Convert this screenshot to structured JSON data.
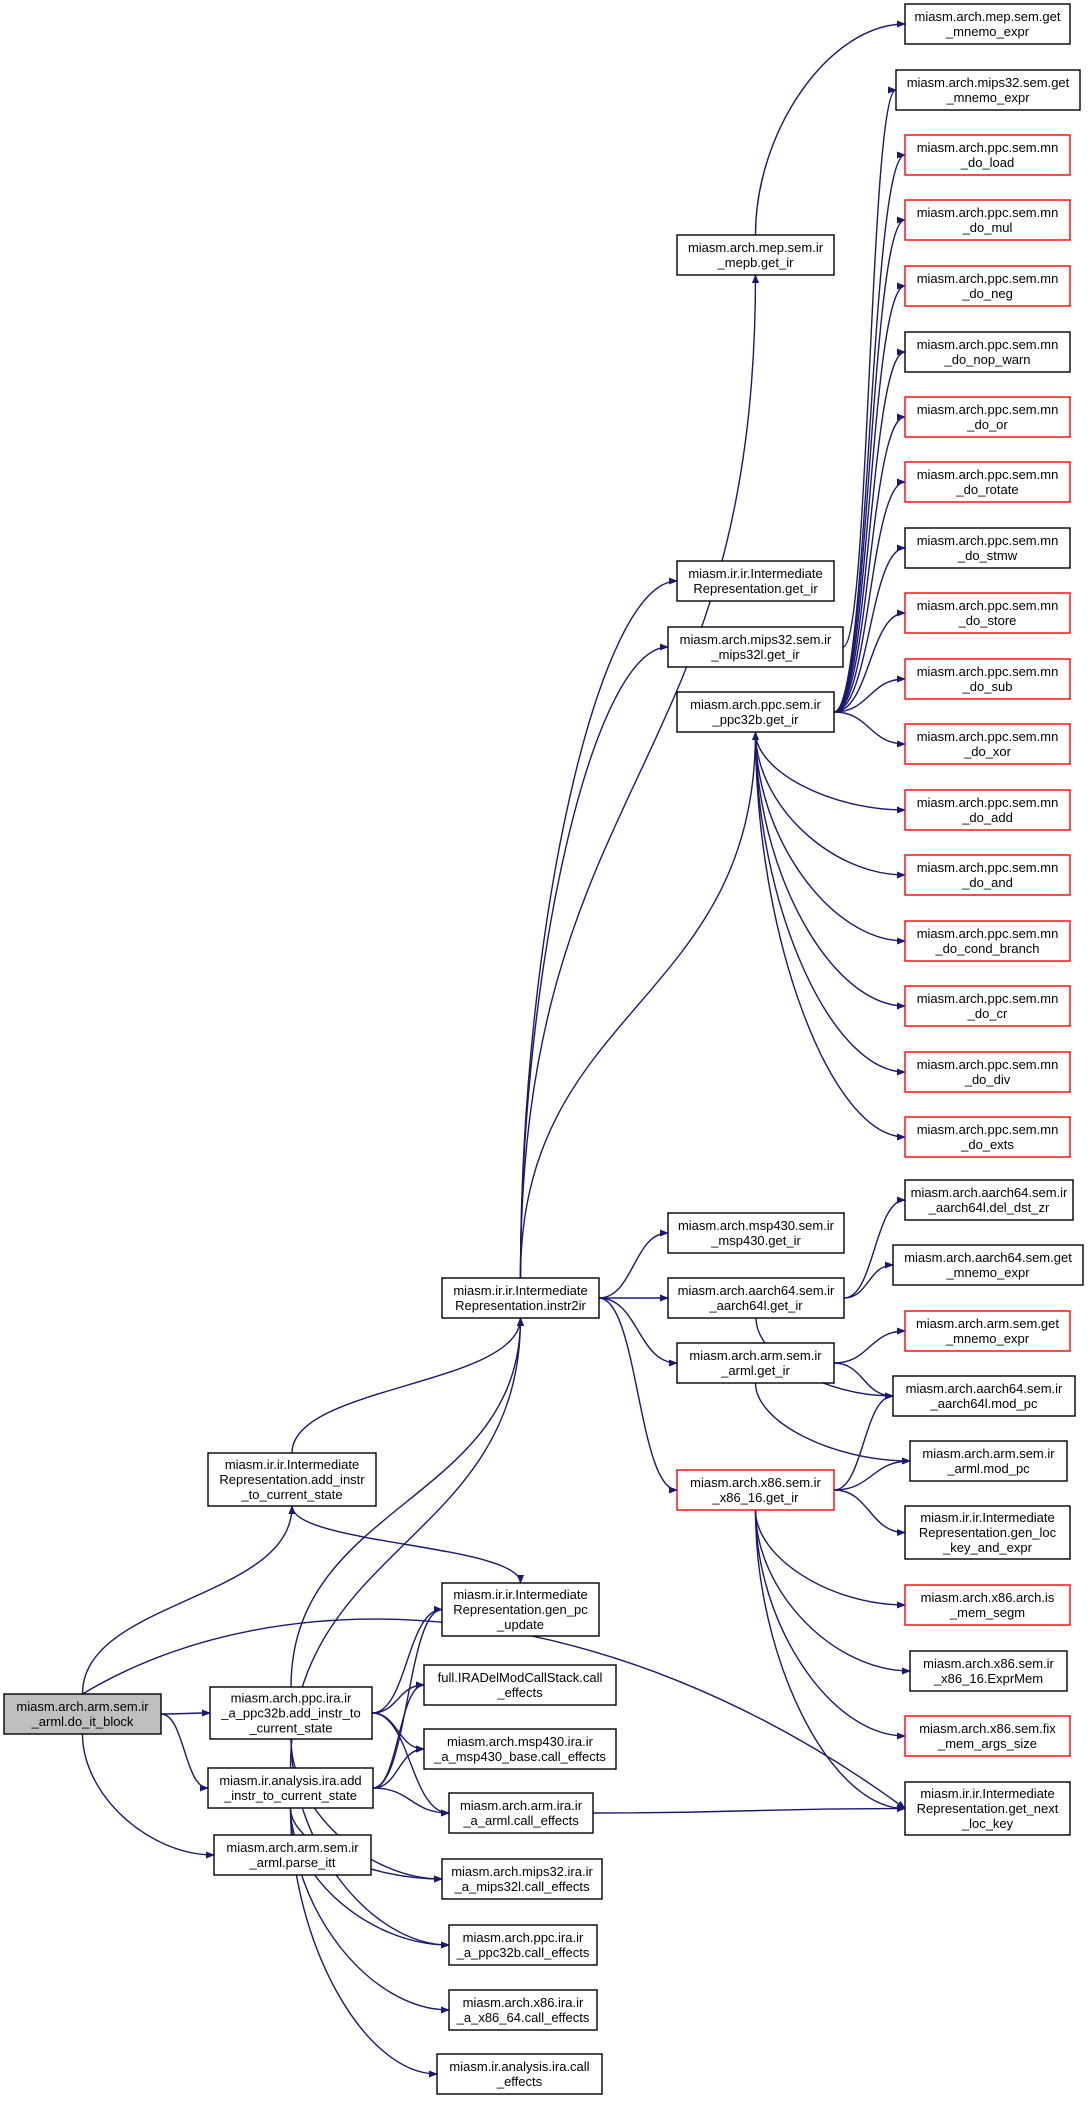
{
  "colors": {
    "edge": "#191970",
    "normal_border": "#000000",
    "red_border": "#ff0000",
    "root_fill": "#bfbfbf",
    "node_fill": "#ffffff"
  },
  "nodes": {
    "root": {
      "lines": [
        "miasm.arch.arm.sem.ir",
        "_arml.do_it_block"
      ],
      "style": "root"
    },
    "add_instr": {
      "lines": [
        "miasm.ir.ir.Intermediate",
        "Representation.add_instr",
        "_to_current_state"
      ],
      "style": "normal"
    },
    "ppc_add": {
      "lines": [
        "miasm.arch.ppc.ira.ir",
        "_a_ppc32b.add_instr_to",
        "_current_state"
      ],
      "style": "normal"
    },
    "ana_add": {
      "lines": [
        "miasm.ir.analysis.ira.add",
        "_instr_to_current_state"
      ],
      "style": "normal"
    },
    "parse_itt": {
      "lines": [
        "miasm.arch.arm.sem.ir",
        "_arml.parse_itt"
      ],
      "style": "normal"
    },
    "instr2ir": {
      "lines": [
        "miasm.ir.ir.Intermediate",
        "Representation.instr2ir"
      ],
      "style": "normal"
    },
    "gen_pc": {
      "lines": [
        "miasm.ir.ir.Intermediate",
        "Representation.gen_pc",
        "_update"
      ],
      "style": "normal"
    },
    "full_ce": {
      "lines": [
        "full.IRADelModCallStack.call",
        "_effects"
      ],
      "style": "normal"
    },
    "msp_ce": {
      "lines": [
        "miasm.arch.msp430.ira.ir",
        "_a_msp430_base.call_effects"
      ],
      "style": "normal"
    },
    "arm_ce": {
      "lines": [
        "miasm.arch.arm.ira.ir",
        "_a_arml.call_effects"
      ],
      "style": "normal"
    },
    "mips_ce": {
      "lines": [
        "miasm.arch.mips32.ira.ir",
        "_a_mips32l.call_effects"
      ],
      "style": "normal"
    },
    "ppc_ce": {
      "lines": [
        "miasm.arch.ppc.ira.ir",
        "_a_ppc32b.call_effects"
      ],
      "style": "normal"
    },
    "x86_ce": {
      "lines": [
        "miasm.arch.x86.ira.ir",
        "_a_x86_64.call_effects"
      ],
      "style": "normal"
    },
    "ana_ce": {
      "lines": [
        "miasm.ir.analysis.ira.call",
        "_effects"
      ],
      "style": "normal"
    },
    "mep_get_ir": {
      "lines": [
        "miasm.arch.mep.sem.ir",
        "_mepb.get_ir"
      ],
      "style": "normal"
    },
    "ir_get_ir": {
      "lines": [
        "miasm.ir.ir.Intermediate",
        "Representation.get_ir"
      ],
      "style": "normal"
    },
    "mips_get_ir": {
      "lines": [
        "miasm.arch.mips32.sem.ir",
        "_mips32l.get_ir"
      ],
      "style": "normal"
    },
    "ppc_get_ir": {
      "lines": [
        "miasm.arch.ppc.sem.ir",
        "_ppc32b.get_ir"
      ],
      "style": "normal"
    },
    "msp_get_ir": {
      "lines": [
        "miasm.arch.msp430.sem.ir",
        "_msp430.get_ir"
      ],
      "style": "normal"
    },
    "aarch_get_ir": {
      "lines": [
        "miasm.arch.aarch64.sem.ir",
        "_aarch64l.get_ir"
      ],
      "style": "normal"
    },
    "arm_get_ir": {
      "lines": [
        "miasm.arch.arm.sem.ir",
        "_arml.get_ir"
      ],
      "style": "normal"
    },
    "x86_get_ir": {
      "lines": [
        "miasm.arch.x86.sem.ir",
        "_x86_16.get_ir"
      ],
      "style": "red"
    },
    "mep_mnemo": {
      "lines": [
        "miasm.arch.mep.sem.get",
        "_mnemo_expr"
      ],
      "style": "normal"
    },
    "mips_mnemo": {
      "lines": [
        "miasm.arch.mips32.sem.get",
        "_mnemo_expr"
      ],
      "style": "normal"
    },
    "mn_load": {
      "lines": [
        "miasm.arch.ppc.sem.mn",
        "_do_load"
      ],
      "style": "red"
    },
    "mn_mul": {
      "lines": [
        "miasm.arch.ppc.sem.mn",
        "_do_mul"
      ],
      "style": "red"
    },
    "mn_neg": {
      "lines": [
        "miasm.arch.ppc.sem.mn",
        "_do_neg"
      ],
      "style": "red"
    },
    "mn_nop": {
      "lines": [
        "miasm.arch.ppc.sem.mn",
        "_do_nop_warn"
      ],
      "style": "normal"
    },
    "mn_or": {
      "lines": [
        "miasm.arch.ppc.sem.mn",
        "_do_or"
      ],
      "style": "red"
    },
    "mn_rotate": {
      "lines": [
        "miasm.arch.ppc.sem.mn",
        "_do_rotate"
      ],
      "style": "red"
    },
    "mn_stmw": {
      "lines": [
        "miasm.arch.ppc.sem.mn",
        "_do_stmw"
      ],
      "style": "normal"
    },
    "mn_store": {
      "lines": [
        "miasm.arch.ppc.sem.mn",
        "_do_store"
      ],
      "style": "red"
    },
    "mn_sub": {
      "lines": [
        "miasm.arch.ppc.sem.mn",
        "_do_sub"
      ],
      "style": "red"
    },
    "mn_xor": {
      "lines": [
        "miasm.arch.ppc.sem.mn",
        "_do_xor"
      ],
      "style": "red"
    },
    "mn_add": {
      "lines": [
        "miasm.arch.ppc.sem.mn",
        "_do_add"
      ],
      "style": "red"
    },
    "mn_and": {
      "lines": [
        "miasm.arch.ppc.sem.mn",
        "_do_and"
      ],
      "style": "red"
    },
    "mn_cond": {
      "lines": [
        "miasm.arch.ppc.sem.mn",
        "_do_cond_branch"
      ],
      "style": "red"
    },
    "mn_cr": {
      "lines": [
        "miasm.arch.ppc.sem.mn",
        "_do_cr"
      ],
      "style": "red"
    },
    "mn_div": {
      "lines": [
        "miasm.arch.ppc.sem.mn",
        "_do_div"
      ],
      "style": "red"
    },
    "mn_exts": {
      "lines": [
        "miasm.arch.ppc.sem.mn",
        "_do_exts"
      ],
      "style": "red"
    },
    "aarch_del": {
      "lines": [
        "miasm.arch.aarch64.sem.ir",
        "_aarch64l.del_dst_zr"
      ],
      "style": "normal"
    },
    "aarch_mnemo": {
      "lines": [
        "miasm.arch.aarch64.sem.get",
        "_mnemo_expr"
      ],
      "style": "normal"
    },
    "arm_mnemo": {
      "lines": [
        "miasm.arch.arm.sem.get",
        "_mnemo_expr"
      ],
      "style": "red"
    },
    "aarch_modpc": {
      "lines": [
        "miasm.arch.aarch64.sem.ir",
        "_aarch64l.mod_pc"
      ],
      "style": "normal"
    },
    "arm_modpc": {
      "lines": [
        "miasm.arch.arm.sem.ir",
        "_arml.mod_pc"
      ],
      "style": "normal"
    },
    "gen_loc": {
      "lines": [
        "miasm.ir.ir.Intermediate",
        "Representation.gen_loc",
        "_key_and_expr"
      ],
      "style": "normal"
    },
    "is_mem_segm": {
      "lines": [
        "miasm.arch.x86.arch.is",
        "_mem_segm"
      ],
      "style": "red"
    },
    "exprmem": {
      "lines": [
        "miasm.arch.x86.sem.ir",
        "_x86_16.ExprMem"
      ],
      "style": "normal"
    },
    "fix_mem": {
      "lines": [
        "miasm.arch.x86.sem.fix",
        "_mem_args_size"
      ],
      "style": "red"
    },
    "next_loc": {
      "lines": [
        "miasm.ir.ir.Intermediate",
        "Representation.get_next",
        "_loc_key"
      ],
      "style": "normal"
    }
  }
}
